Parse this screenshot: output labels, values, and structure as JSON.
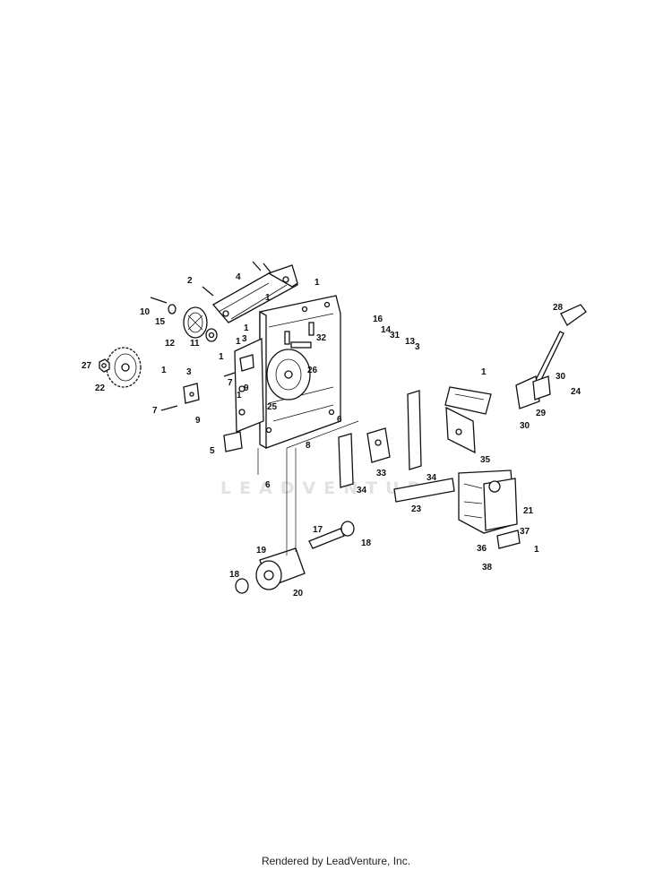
{
  "watermark": "LEADVENTURE",
  "footer": "Rendered by LeadVenture, Inc.",
  "callouts": [
    "1",
    "1",
    "1",
    "1",
    "1",
    "1",
    "1",
    "1",
    "1",
    "2",
    "3",
    "3",
    "3",
    "4",
    "5",
    "6",
    "6",
    "7",
    "7",
    "8",
    "9",
    "9",
    "10",
    "11",
    "12",
    "13",
    "14",
    "15",
    "16",
    "17",
    "18",
    "18",
    "19",
    "20",
    "21",
    "22",
    "23",
    "24",
    "25",
    "26",
    "27",
    "28",
    "29",
    "30",
    "30",
    "31",
    "32",
    "33",
    "34",
    "34",
    "35",
    "36",
    "37",
    "38"
  ]
}
